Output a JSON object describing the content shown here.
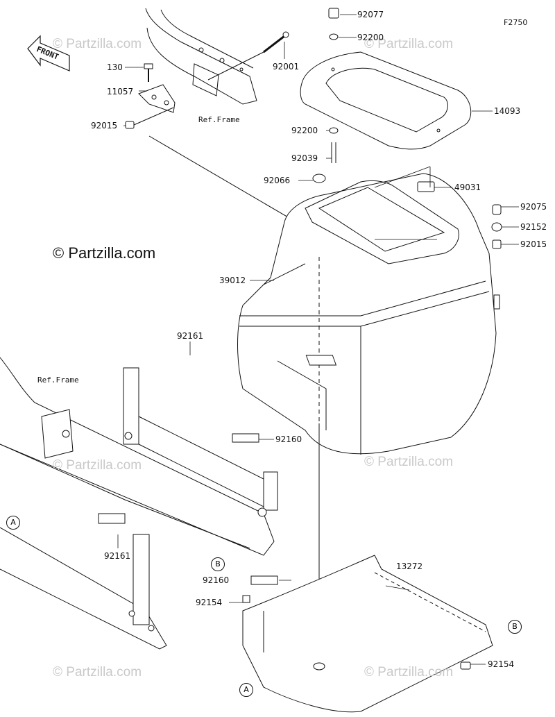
{
  "figure_code": "F2750",
  "copyright_text": "© Partzilla.com",
  "watermark_text": "© Partzilla.com",
  "front_arrow_label": "FRONT",
  "ref_frame_label": "Ref.Frame",
  "callout_a": "A",
  "callout_b": "B",
  "parts": {
    "p92077": "92077",
    "p92200a": "92200",
    "p92001": "92001",
    "p130": "130",
    "p11057": "11057",
    "p92015a": "92015",
    "p14093": "14093",
    "p92200b": "92200",
    "p92039": "92039",
    "p92066": "92066",
    "p49031": "49031",
    "p92075": "92075",
    "p92152": "92152",
    "p92015b": "92015",
    "p39012": "39012",
    "p92161a": "92161",
    "p92160a": "92160",
    "p92161b": "92161",
    "p13272": "13272",
    "p92160b": "92160",
    "p92154a": "92154",
    "p92154b": "92154"
  }
}
